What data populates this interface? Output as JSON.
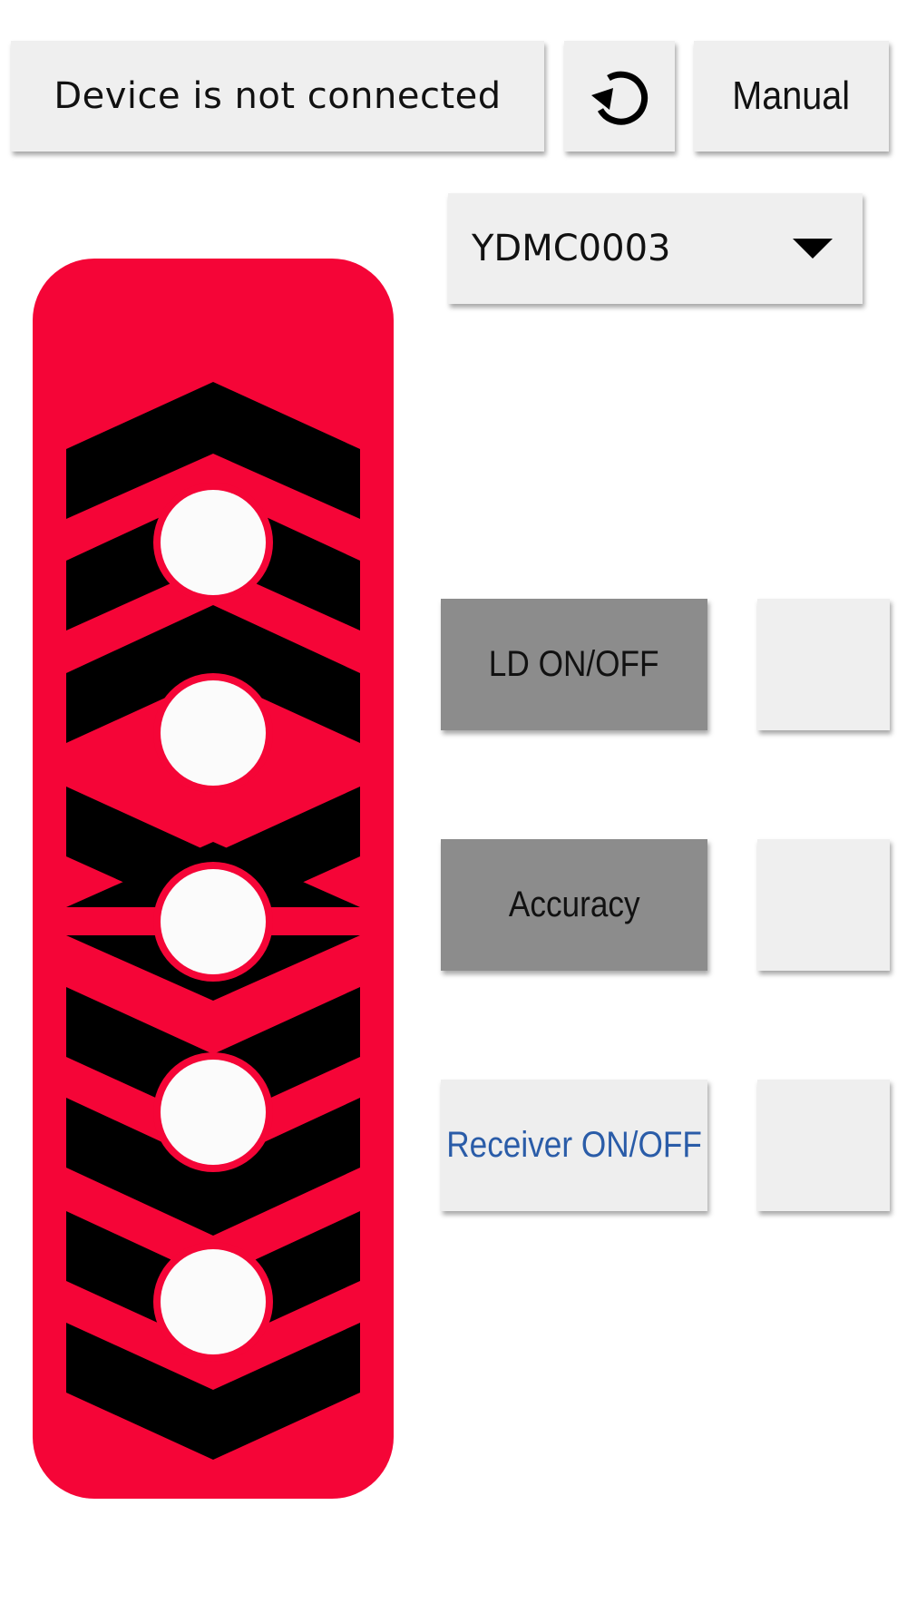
{
  "header": {
    "status_text": "Device is not connected",
    "refresh_icon": "refresh-icon",
    "manual_label": "Manual"
  },
  "device_select": {
    "selected_value": "YDMC0003",
    "dropdown_icon": "chevron-down-icon"
  },
  "actions": {
    "ld_label": "LD ON/OFF",
    "accuracy_label": "Accuracy",
    "receiver_label": "Receiver ON/OFF"
  },
  "joystick": {
    "buttons": 5,
    "colors": {
      "panel": "#f50537",
      "chevron": "#000000",
      "knob": "#fbfbfb"
    }
  },
  "colors": {
    "button_bg": "#efefef",
    "button_gray": "#8c8c8c",
    "receiver_text": "#2a5ca8"
  }
}
